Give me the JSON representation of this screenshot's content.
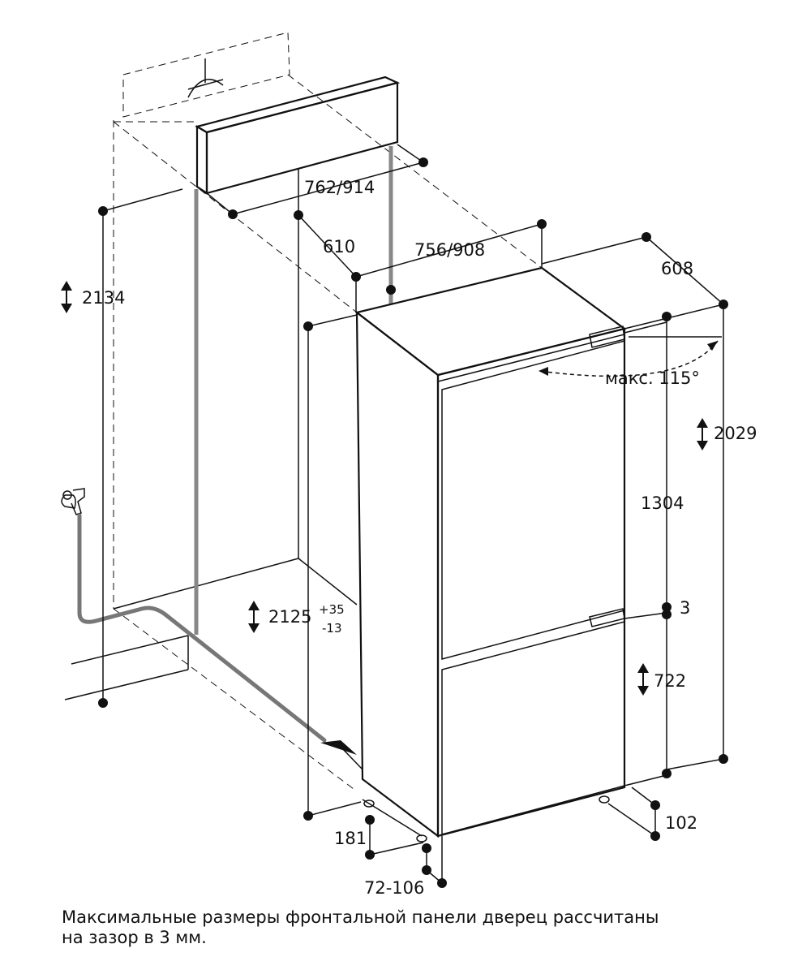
{
  "dimensions": {
    "niche_height": "2134",
    "top_width": "762/914",
    "niche_depth": "610",
    "appliance_width": "756/908",
    "appliance_depth": "608",
    "door_angle": "макс. 115°",
    "appliance_height": "2029",
    "upper_door_height": "1304",
    "door_gap": "3",
    "lower_door_height": "722",
    "niche_height_adjustable": "2125",
    "tolerance_plus": "+35",
    "tolerance_minus": "-13",
    "plinth_depth": "181",
    "plinth_height": "102",
    "foot_range": "72-106"
  },
  "caption": {
    "line1": "Максимальные размеры фронтальной панели дверец рассчитаны",
    "line2": "на зазор в 3 мм."
  }
}
